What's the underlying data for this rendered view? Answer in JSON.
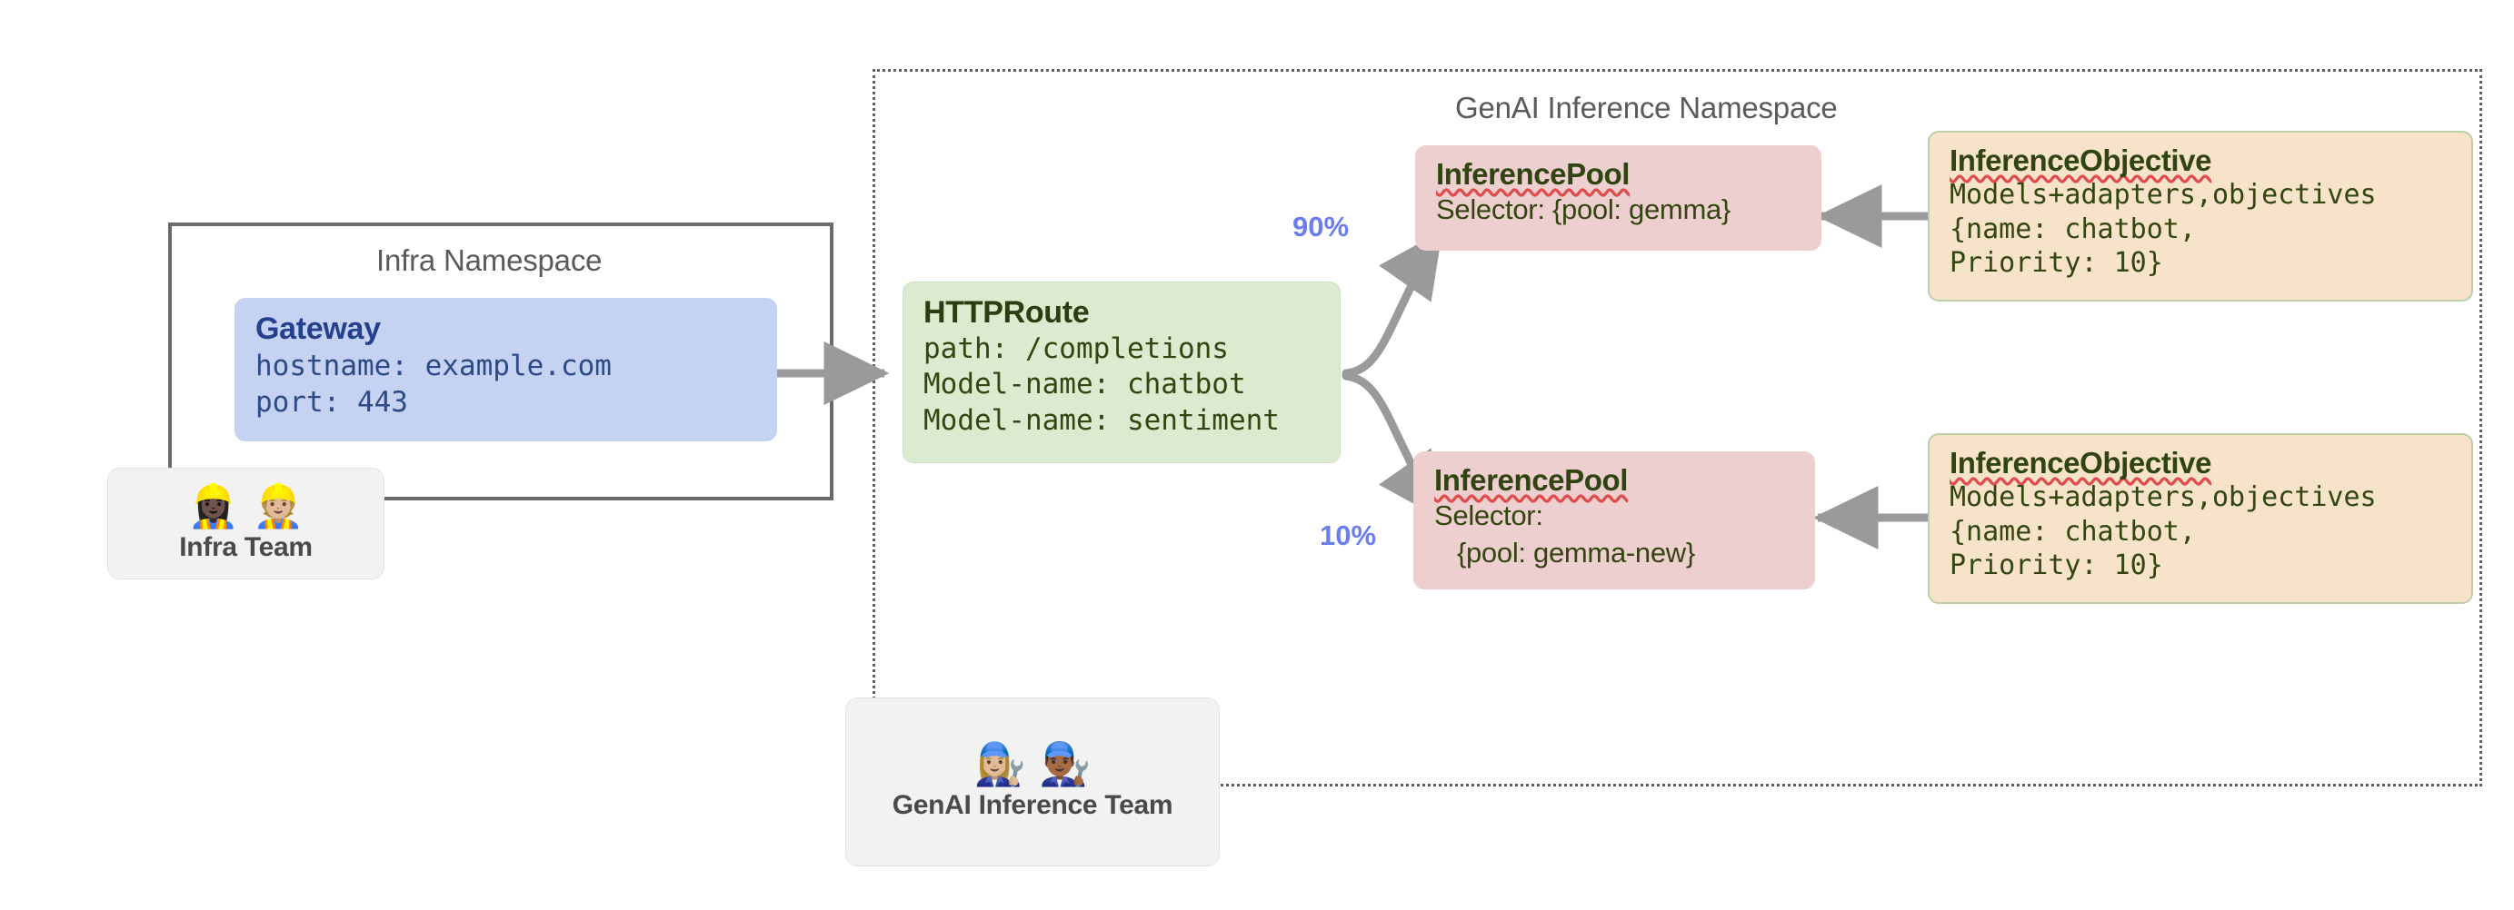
{
  "diagram": {
    "namespaces": [
      {
        "name": "infra",
        "title": "Infra Namespace"
      },
      {
        "name": "genai",
        "title": "GenAI Inference Namespace"
      }
    ],
    "gateway": {
      "title": "Gateway",
      "lines": [
        "hostname: example.com",
        "port: 443"
      ]
    },
    "httproute": {
      "title": "HTTPRoute",
      "lines": [
        "path: /completions",
        "Model-name: chatbot",
        "Model-name: sentiment"
      ]
    },
    "pools": [
      {
        "title": "InferencePool",
        "lines": [
          "Selector: {pool: gemma}"
        ],
        "weight": "90%"
      },
      {
        "title": "InferencePool",
        "lines": [
          "Selector:",
          "   {pool: gemma-new}"
        ],
        "weight": "10%"
      }
    ],
    "objectives": [
      {
        "title": "InferenceObjective",
        "lines": [
          "Models+adapters,objectives",
          "{name: chatbot,",
          "Priority: 10}"
        ]
      },
      {
        "title": "InferenceObjective",
        "lines": [
          "Models+adapters,objectives",
          "{name: chatbot,",
          "Priority: 10}"
        ]
      }
    ],
    "teams": [
      {
        "label": "Infra Team",
        "emojis": "👷🏿‍♀️👷🏼"
      },
      {
        "label": "GenAI Inference Team",
        "emojis": "👩🏼‍🔧👨🏾‍🔧"
      }
    ],
    "colors": {
      "gateway_bg": "#c5d2f2",
      "httproute_bg": "#dcead0",
      "pool_bg": "#eecfcf",
      "objective_bg": "#f6e3c9",
      "edge": "#9a9a9a",
      "weight_label": "#6b7ef0",
      "namespace_border": "#5f5f5f"
    }
  }
}
